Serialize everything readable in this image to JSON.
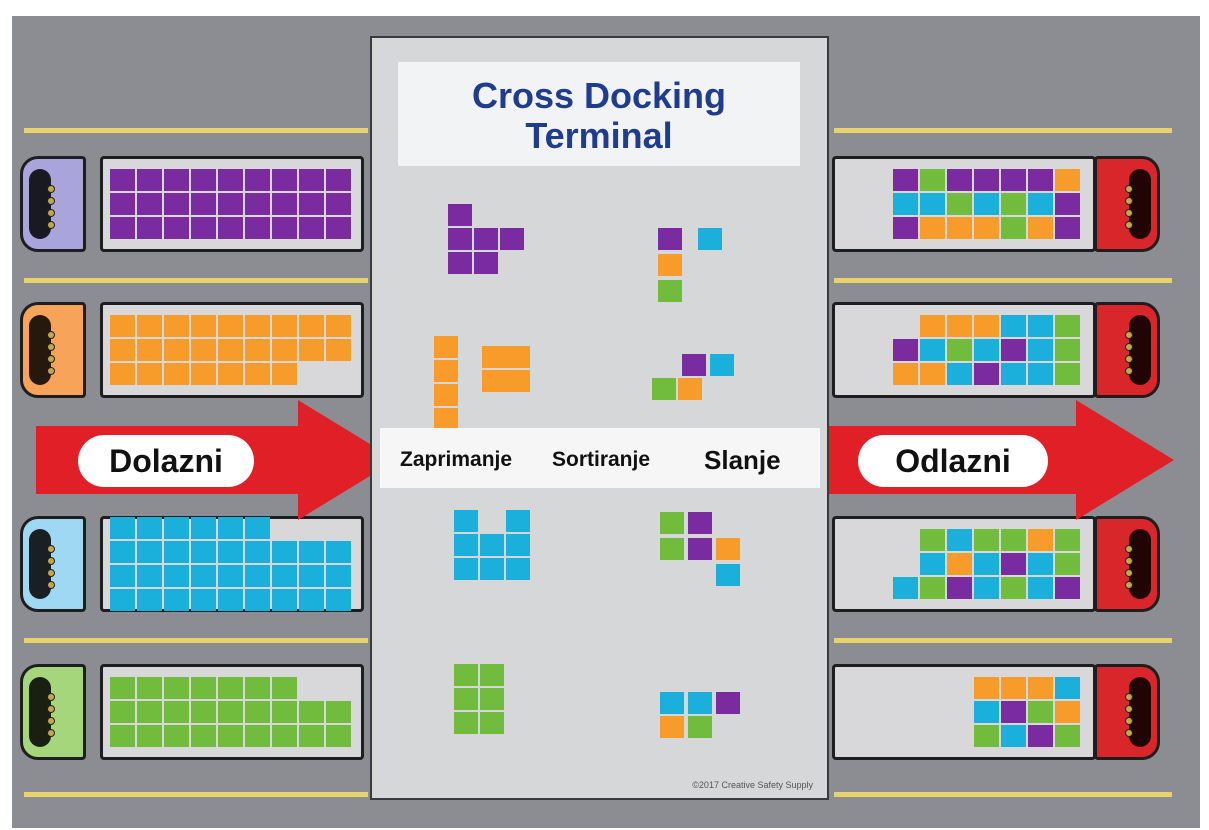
{
  "title": [
    "Cross Docking",
    "Terminal"
  ],
  "arrows": {
    "inbound_label": "Dolazni",
    "outbound_label": "Odlazni"
  },
  "stages": {
    "receiving": "Zaprimanje",
    "sorting": "Sortiranje",
    "shipping": "Slanje"
  },
  "copyright": "©2017 Creative Safety Supply",
  "colors": {
    "purple": "#7a2ba0",
    "orange": "#f79b2a",
    "blue": "#1bb0dc",
    "green": "#72bc3d",
    "arrow_red": "#e11f26",
    "title_blue": "#1f3c8e",
    "asphalt": "#8c8d92"
  },
  "inbound_trucks": [
    {
      "name": "inbound-truck-purple",
      "cab": "#a9a5dc",
      "cargo": [
        "ppppppppp",
        "ppppppppp",
        "ppppppppp"
      ]
    },
    {
      "name": "inbound-truck-orange",
      "cab": "#f7a45a",
      "cargo": [
        "ooooooooo",
        "ooooooooo",
        "oooooooee"
      ]
    },
    {
      "name": "inbound-truck-blue",
      "cab": "#9fd8f2",
      "cargo": [
        "bbbbbbeee",
        "bbbbbbbbb",
        "bbbbbbbbb",
        "bbbbbbbbb"
      ]
    },
    {
      "name": "inbound-truck-green",
      "cab": "#a6d67b",
      "cargo": [
        "gggggggee",
        "ggggggggg",
        "ggggggggg"
      ]
    }
  ],
  "outbound_trucks": [
    {
      "name": "outbound-truck-1",
      "cab": "#d9262b",
      "cargo": [
        "pgppppo",
        "bbgbgbp",
        "pooogop"
      ]
    },
    {
      "name": "outbound-truck-2",
      "cab": "#d9262b",
      "cargo": [
        "eooobbg",
        "pbgbpbg",
        "oobpbbg"
      ]
    },
    {
      "name": "outbound-truck-3",
      "cab": "#d9262b",
      "cargo": [
        "egbggog",
        "ebobpbg",
        "bgpbgbp"
      ]
    },
    {
      "name": "outbound-truck-4",
      "cab": "#d9262b",
      "cargo": [
        "eeeeooob",
        "eeeebpgo",
        "eeeegbpg"
      ]
    }
  ]
}
